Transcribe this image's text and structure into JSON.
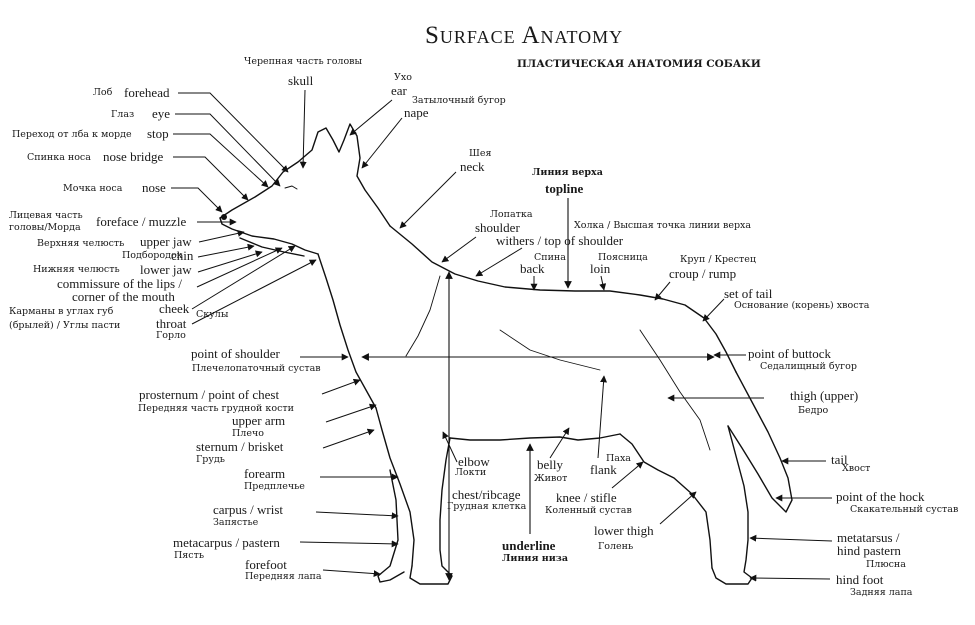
{
  "title": "Surface Anatomy",
  "subtitle": "ПЛАСТИЧЕСКАЯ АНАТОМИЯ СОБАКИ",
  "labels": {
    "skull_ru": "Черепная часть головы",
    "skull": "skull",
    "ear_ru": "Ухо",
    "ear": "ear",
    "nape_ru": "Затылочный бугор",
    "nape": "nape",
    "forehead_ru": "Лоб",
    "forehead": "forehead",
    "eye_ru": "Глаз",
    "eye": "eye",
    "stop_ru": "Переход от лба к морде",
    "stop": "stop",
    "nose_bridge_ru": "Спинка носа",
    "nose_bridge": "nose bridge",
    "nose_ru": "Мочка носа",
    "nose": "nose",
    "muzzle_ru1": "Лицевая часть",
    "muzzle_ru2": "головы/Морда",
    "muzzle": "foreface / muzzle",
    "upper_jaw_ru": "Верхняя челюсть",
    "upper_jaw": "upper jaw",
    "chin_ru": "Подбородок",
    "chin": "chin",
    "lower_jaw_ru": "Нижняя челюсть",
    "lower_jaw": "lower jaw",
    "commissure1": "commissure of the lips /",
    "commissure2": "corner of the mouth",
    "commissure_ru1": "Карманы в углах губ",
    "commissure_ru2": "(брылей) / Углы пасти",
    "cheek": "cheek",
    "cheek_ru": "Скулы",
    "throat": "throat",
    "throat_ru": "Горло",
    "neck_ru": "Шея",
    "neck": "neck",
    "topline_ru": "Линия верха",
    "topline": "topline",
    "shoulder_ru": "Лопатка",
    "shoulder": "shoulder",
    "withers": "withers / top of shoulder",
    "withers_ru": "Холка / Высшая точка линии верха",
    "back_ru": "Спина",
    "back": "back",
    "loin_ru": "Поясница",
    "loin": "loin",
    "croup_ru": "Круп / Крестец",
    "croup": "croup / rump",
    "set_of_tail": "set of tail",
    "set_of_tail_ru": "Основание (корень) хвоста",
    "point_of_shoulder": "point of shoulder",
    "point_of_shoulder_ru": "Плечелопаточный сустав",
    "point_of_buttock": "point of buttock",
    "point_of_buttock_ru": "Седалищный бугор",
    "prosternum": "prosternum / point of chest",
    "prosternum_ru": "Передняя часть грудной кости",
    "thigh": "thigh (upper)",
    "thigh_ru": "Бедро",
    "upper_arm": "upper arm",
    "upper_arm_ru": "Плечо",
    "sternum": "sternum / brisket",
    "sternum_ru": "Грудь",
    "elbow": "elbow",
    "elbow_ru": "Локти",
    "belly": "belly",
    "belly_ru": "Живот",
    "flank_ru": "Паха",
    "flank": "flank",
    "tail": "tail",
    "tail_ru": "Хвост",
    "forearm": "forearm",
    "forearm_ru": "Предплечье",
    "chest": "chest/ribcage",
    "chest_ru": "Грудная клетка",
    "knee": "knee / stifle",
    "knee_ru": "Коленный сустав",
    "point_of_hock": "point of the hock",
    "point_of_hock_ru": "Скакательный сустав",
    "carpus": "carpus / wrist",
    "carpus_ru": "Запястье",
    "lower_thigh": "lower thigh",
    "lower_thigh_ru": "Голень",
    "metacarpus": "metacarpus / pastern",
    "metacarpus_ru": "Пясть",
    "underline": "underline",
    "underline_ru": "Линия низа",
    "metatarsus1": "metatarsus /",
    "metatarsus2": "hind pastern",
    "metatarsus_ru": "Плюсна",
    "forefoot": "forefoot",
    "forefoot_ru": "Передняя лапа",
    "hind_foot": "hind foot",
    "hind_foot_ru": "Задняя лапа"
  }
}
